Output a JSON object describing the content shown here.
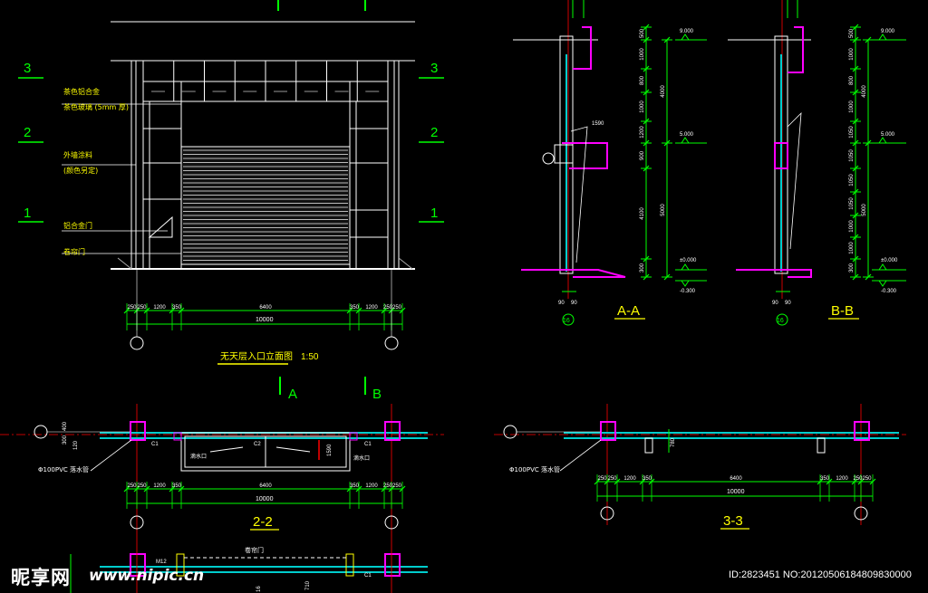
{
  "colors": {
    "background": "#000000",
    "line_white": "#ffffff",
    "dim_green": "#00ff00",
    "wall_magenta": "#ff00ff",
    "axis_red": "#ff0000",
    "glass_cyan": "#00c8c8",
    "text_yellow": "#ffff00",
    "hatch_gray": "#9a9a9a"
  },
  "elevation": {
    "levels": [
      "3",
      "2",
      "1"
    ],
    "labels": [
      "茶色铝合金",
      "茶色玻璃  (5mm 厚)",
      "外墙涂料",
      "(颜色另定)",
      "铝合金门",
      "卷帘门"
    ],
    "dims_row": [
      "250",
      "250",
      "1200",
      "350",
      "6400",
      "350",
      "1200",
      "250",
      "250"
    ],
    "dims_total": "10000",
    "title": "无天层入口立面图",
    "scale": "1:50",
    "section_marks": [
      "A",
      "B"
    ]
  },
  "section_aa": {
    "title": "A-A",
    "dims_left": [
      "500",
      "1000",
      "800",
      "1000",
      "1200",
      "900",
      "4100",
      "300"
    ],
    "dims_right": [
      "4000",
      "5000"
    ],
    "levels": [
      "9.000",
      "5.000",
      "±0.000",
      "-0.300"
    ],
    "wall_note": "1590",
    "bottom_dims": [
      "90",
      "90"
    ],
    "axis": "16"
  },
  "section_bb": {
    "title": "B-B",
    "dims_left": [
      "500",
      "1000",
      "800",
      "1000",
      "1050",
      "1050",
      "1050",
      "1050",
      "1000",
      "1000",
      "300"
    ],
    "dims_right": [
      "4000",
      "5000"
    ],
    "levels": [
      "9.000",
      "5.000",
      "±0.000",
      "-0.300"
    ],
    "bottom_dims": [
      "90",
      "90"
    ],
    "axis": "16"
  },
  "plan_22": {
    "title": "2-2",
    "left_dims": [
      "400",
      "300",
      "120"
    ],
    "note_pipe": "Φ100PVC 落水管",
    "labels": [
      "C1",
      "C2",
      "C1",
      "滴水口",
      "滴水口"
    ],
    "dim_1590": "1590",
    "dims_row": [
      "250",
      "250",
      "1200",
      "350",
      "6400",
      "350",
      "1200",
      "250",
      "250"
    ],
    "dims_total": "10000"
  },
  "plan_33": {
    "title": "3-3",
    "note_pipe": "Φ100PVC 落水管",
    "dim_v": "780",
    "dims_row": [
      "250",
      "250",
      "1200",
      "350",
      "6400",
      "350",
      "1200",
      "250",
      "250"
    ],
    "dims_total": "10000"
  },
  "plan_bottom": {
    "labels": [
      "M12",
      "卷帘门",
      "C1",
      "710",
      "16"
    ]
  },
  "watermark": {
    "logo": "昵享网",
    "url": "www.nipic.cn",
    "id": "ID:2823451 NO:20120506184809830000"
  }
}
